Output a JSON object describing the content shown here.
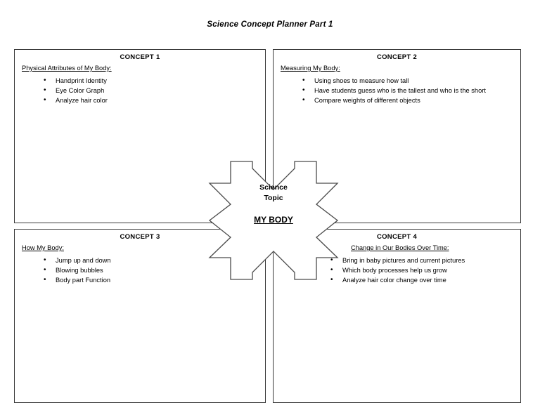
{
  "page": {
    "title": "Science Concept Planner Part 1"
  },
  "center": {
    "label_line1": "Science",
    "label_line2": "Topic",
    "topic": "MY BODY",
    "shape": "four-pointed-arrow-star"
  },
  "concepts": [
    {
      "heading": "CONCEPT 1",
      "subheading": "Physical Attributes of My Body:",
      "bullets": [
        "Handprint Identity",
        "Eye Color Graph",
        "Analyze hair color"
      ]
    },
    {
      "heading": "CONCEPT 2",
      "subheading": "Measuring My Body:",
      "bullets": [
        "Using shoes to measure how tall",
        "Have students guess who is the tallest and who is the short",
        "Compare weights of different objects"
      ]
    },
    {
      "heading": "CONCEPT 3",
      "subheading": "How My Body:",
      "bullets": [
        "Jump up and down",
        "Blowing bubbles",
        "Body part Function"
      ]
    },
    {
      "heading": "CONCEPT 4",
      "subheading": "Change in Our Bodies Over Time:",
      "bullets": [
        "Bring in baby pictures and current pictures",
        "Which body processes help us grow",
        "Analyze hair color change over time"
      ]
    }
  ],
  "colors": {
    "background": "#ffffff",
    "text": "#000000",
    "border": "#3a3a3a",
    "shape_stroke": "#4a4a4a"
  }
}
